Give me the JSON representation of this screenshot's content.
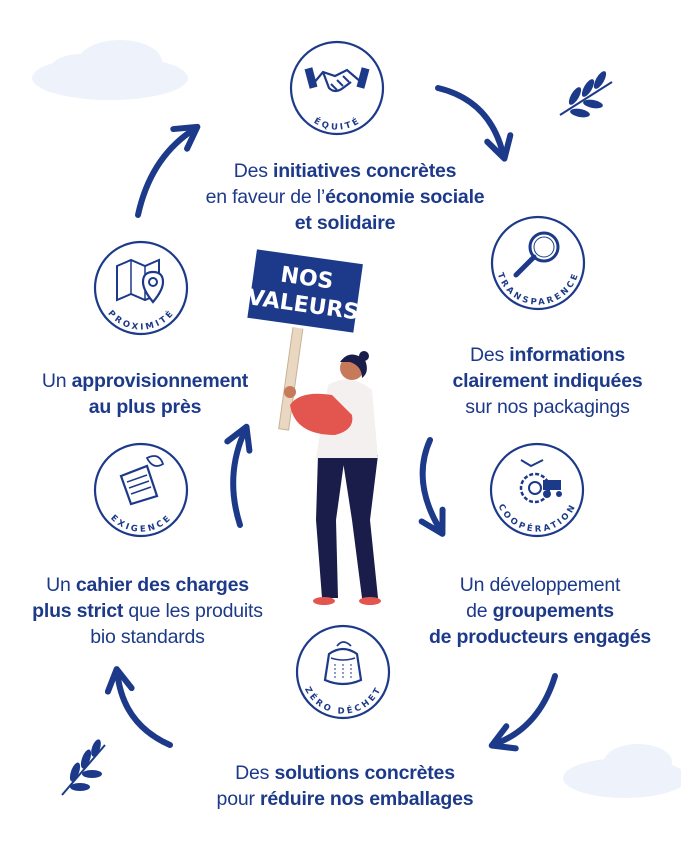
{
  "colors": {
    "navy": "#1d3a8a",
    "cloud": "#eef3fb",
    "skin": "#c77a5a",
    "sleeve": "#e3564f",
    "pants": "#1a1d4a",
    "shirt": "#f4f0ef"
  },
  "sign": {
    "line1": "NOS",
    "line2": "VALEURS"
  },
  "values": [
    {
      "id": "equite",
      "badge": "ÉQUITÉ",
      "icon": "handshake-icon",
      "caption": [
        [
          "Des ",
          "initiatives concrètes"
        ],
        [
          "en faveur de l’",
          "économie sociale"
        ],
        [
          "",
          "et solidaire"
        ]
      ]
    },
    {
      "id": "transparence",
      "badge": "TRANSPARENCE",
      "icon": "magnifier-icon",
      "caption": [
        [
          "Des ",
          "informations"
        ],
        [
          "",
          "clairement indiquées"
        ],
        [
          "sur nos packagings",
          ""
        ]
      ]
    },
    {
      "id": "cooperation",
      "badge": "COOPÉRATION",
      "icon": "gear-tractor-icon",
      "caption": [
        [
          "Un développement",
          ""
        ],
        [
          "de ",
          "groupements"
        ],
        [
          "",
          "de producteurs engagés"
        ]
      ]
    },
    {
      "id": "zero-dechet",
      "badge": "ZÉRO DÉCHET",
      "icon": "bag-icon",
      "caption": [
        [
          "Des ",
          "solutions concrètes"
        ],
        [
          "pour ",
          "réduire nos emballages"
        ]
      ]
    },
    {
      "id": "exigence",
      "badge": "EXIGENCE",
      "icon": "document-leaf-icon",
      "caption": [
        [
          "Un ",
          "cahier des charges"
        ],
        [
          "",
          "plus strict",
          " que les produits"
        ],
        [
          "bio standards",
          ""
        ]
      ]
    },
    {
      "id": "proximite",
      "badge": "PROXIMITÉ",
      "icon": "map-pin-icon",
      "caption": [
        [
          "Un ",
          "approvisionnement"
        ],
        [
          "",
          "au plus près"
        ]
      ]
    }
  ]
}
